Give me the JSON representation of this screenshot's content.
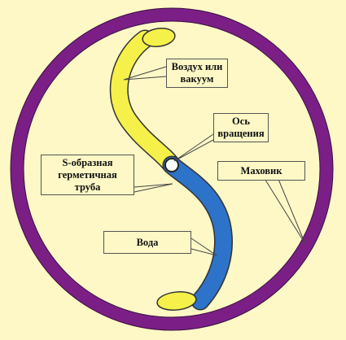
{
  "labels": {
    "air": "Воздух или\nвакуум",
    "axis": "Ось\nвращения",
    "tube": "S-образная\nгерметичная\nтруба",
    "flywheel": "Маховик",
    "water": "Вода"
  },
  "colors": {
    "background": "#fdf8c6",
    "flywheel_ring": "#7b1f86",
    "air_fill": "#f5f04a",
    "water_fill": "#2d73c9",
    "outline": "#333333"
  }
}
